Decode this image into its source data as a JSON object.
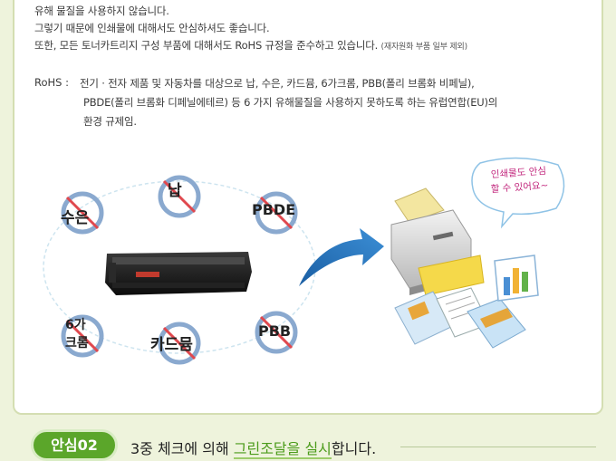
{
  "intro": {
    "line1": "유해 물질을 사용하지 않습니다.",
    "line2": "그렇기 때문에 인쇄물에 대해서도 안심하셔도 좋습니다.",
    "line3": "또한, 모든 토너카트리지 구성 부품에 대해서도 RoHS 규정을 준수하고 있습니다.",
    "line3_note": "(재자원화 부품 일부 제외)"
  },
  "rohs": {
    "label": "RoHS :",
    "line1": "전기 · 전자 제품 및 자동차를 대상으로 납, 수은, 카드뮴, 6가크롬, PBB(폴리 브롬화 비페닐),",
    "line2": "PBDE(폴리 브롬화 디페닐에테르) 등 6 가지 유해물질을 사용하지 못하도록 하는 유럽연합(EU)의",
    "line3": "환경 규제임."
  },
  "substances": {
    "mercury": "수은",
    "lead": "납",
    "pbde": "PBDE",
    "chromium_line1": "6가",
    "chromium_line2": "크롬",
    "cadmium": "카드뮴",
    "pbb": "PBB"
  },
  "bubble": {
    "line1": "인쇄물도 안심",
    "line2": "할 수 있어요~"
  },
  "footer": {
    "badge": "안심02",
    "text_before": "3중 체크에 의해 ",
    "text_highlight": "그린조달을 실시",
    "text_after": "합니다."
  },
  "colors": {
    "accent_green": "#5ba62a",
    "ban_ring": "#8aa9cf",
    "ban_slash": "#e0484e",
    "bubble_text": "#c2277d",
    "arrow_blue": "#1f6fb8"
  }
}
